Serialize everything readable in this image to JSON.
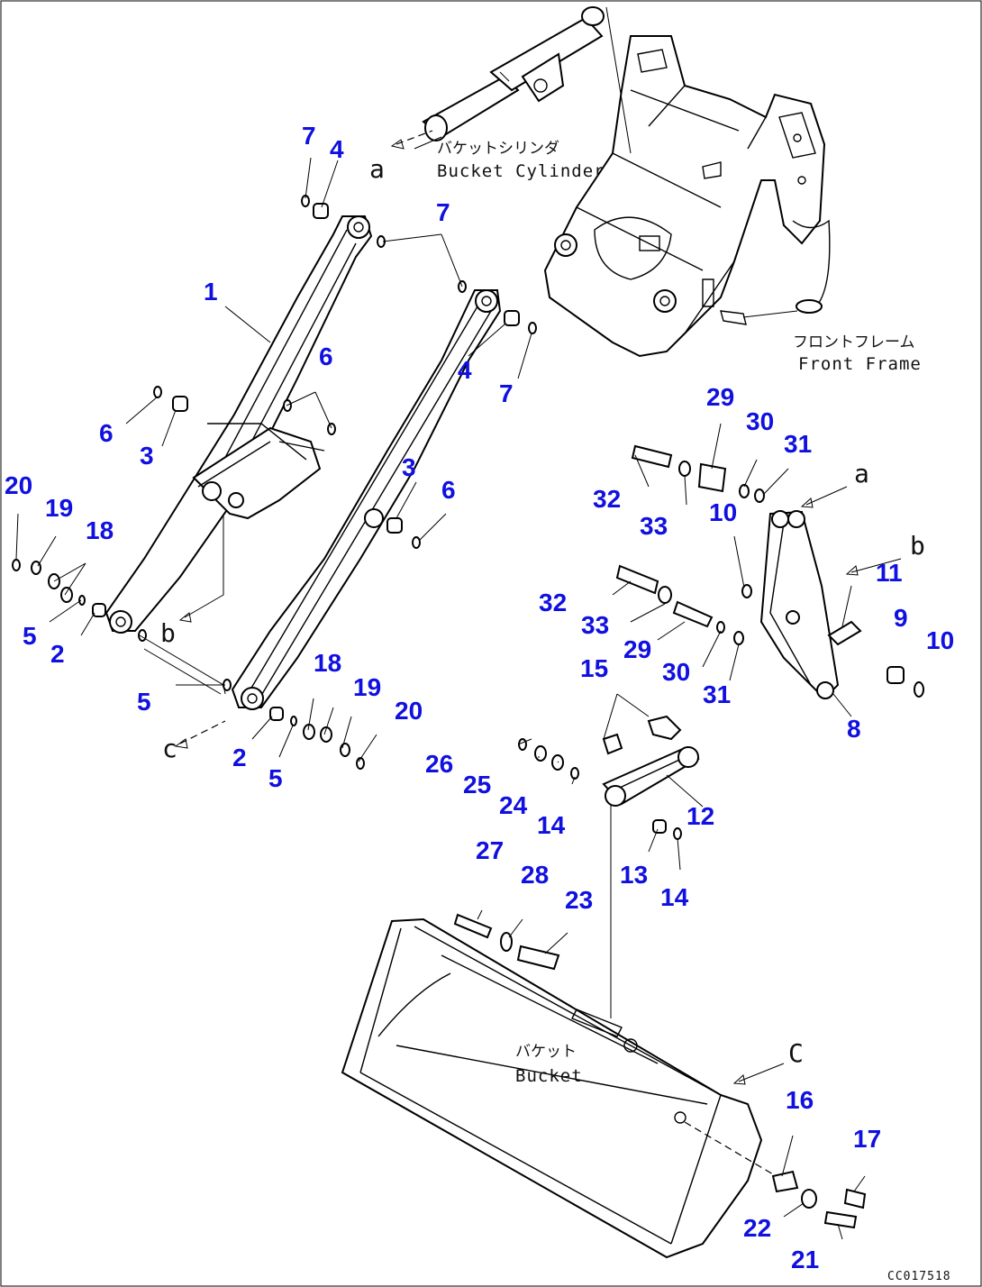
{
  "drawing_code": "CC017518",
  "labels": {
    "bucket_cylinder_jp": "バケットシリンダ",
    "bucket_cylinder_en": "Bucket Cylinder",
    "front_frame_jp": "フロントフレーム",
    "front_frame_en": "Front Frame",
    "bucket_jp": "バケット",
    "bucket_en": "Bucket"
  },
  "refs": {
    "a": "a",
    "b": "b",
    "c": "c",
    "C": "C"
  },
  "callouts": [
    {
      "id": "c1",
      "text": "1"
    },
    {
      "id": "c2a",
      "text": "2"
    },
    {
      "id": "c2b",
      "text": "2"
    },
    {
      "id": "c3a",
      "text": "3"
    },
    {
      "id": "c3b",
      "text": "3"
    },
    {
      "id": "c4a",
      "text": "4"
    },
    {
      "id": "c4b",
      "text": "4"
    },
    {
      "id": "c5a",
      "text": "5"
    },
    {
      "id": "c5b",
      "text": "5"
    },
    {
      "id": "c5c",
      "text": "5"
    },
    {
      "id": "c6a",
      "text": "6"
    },
    {
      "id": "c6b",
      "text": "6"
    },
    {
      "id": "c6c",
      "text": "6"
    },
    {
      "id": "c7a",
      "text": "7"
    },
    {
      "id": "c7b",
      "text": "7"
    },
    {
      "id": "c7c",
      "text": "7"
    },
    {
      "id": "c8",
      "text": "8"
    },
    {
      "id": "c9",
      "text": "9"
    },
    {
      "id": "c10a",
      "text": "10"
    },
    {
      "id": "c10b",
      "text": "10"
    },
    {
      "id": "c11",
      "text": "11"
    },
    {
      "id": "c12",
      "text": "12"
    },
    {
      "id": "c13",
      "text": "13"
    },
    {
      "id": "c14a",
      "text": "14"
    },
    {
      "id": "c14b",
      "text": "14"
    },
    {
      "id": "c15",
      "text": "15"
    },
    {
      "id": "c16",
      "text": "16"
    },
    {
      "id": "c17",
      "text": "17"
    },
    {
      "id": "c18a",
      "text": "18"
    },
    {
      "id": "c18b",
      "text": "18"
    },
    {
      "id": "c19a",
      "text": "19"
    },
    {
      "id": "c19b",
      "text": "19"
    },
    {
      "id": "c20a",
      "text": "20"
    },
    {
      "id": "c20b",
      "text": "20"
    },
    {
      "id": "c21",
      "text": "21"
    },
    {
      "id": "c22",
      "text": "22"
    },
    {
      "id": "c23",
      "text": "23"
    },
    {
      "id": "c24",
      "text": "24"
    },
    {
      "id": "c25",
      "text": "25"
    },
    {
      "id": "c26",
      "text": "26"
    },
    {
      "id": "c27",
      "text": "27"
    },
    {
      "id": "c28",
      "text": "28"
    },
    {
      "id": "c29a",
      "text": "29"
    },
    {
      "id": "c29b",
      "text": "29"
    },
    {
      "id": "c30a",
      "text": "30"
    },
    {
      "id": "c30b",
      "text": "30"
    },
    {
      "id": "c31a",
      "text": "31"
    },
    {
      "id": "c31b",
      "text": "31"
    },
    {
      "id": "c32a",
      "text": "32"
    },
    {
      "id": "c32b",
      "text": "32"
    },
    {
      "id": "c33a",
      "text": "33"
    },
    {
      "id": "c33b",
      "text": "33"
    }
  ],
  "colors": {
    "callout": "#1010e0",
    "linework": "#000000",
    "background": "#ffffff"
  }
}
